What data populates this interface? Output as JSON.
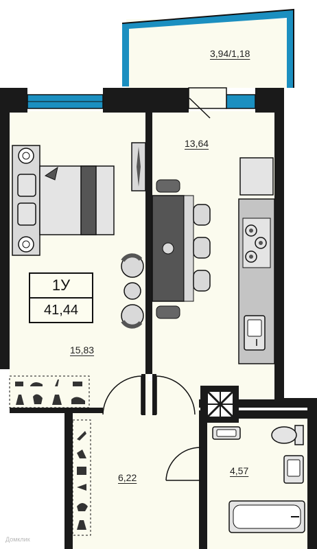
{
  "colors": {
    "floor": "#fbfbee",
    "wall": "#1a1a1a",
    "window_accent": "#1b8fc0",
    "furniture": "#555555",
    "furniture_light": "#d9d9d9"
  },
  "unit": {
    "code": "1У",
    "total_area": "41,44"
  },
  "rooms": [
    {
      "key": "balcony",
      "area": "3,94/1,18"
    },
    {
      "key": "kitchen",
      "area": "13,64"
    },
    {
      "key": "bedroom",
      "area": "15,83"
    },
    {
      "key": "hall",
      "area": "6,22"
    },
    {
      "key": "bathroom",
      "area": "4,57"
    }
  ],
  "icons": [
    "bed-icon",
    "dining-table-icon",
    "armchair-icon",
    "stove-icon",
    "sink-icon",
    "fridge-icon",
    "toilet-icon",
    "washbasin-icon",
    "bathtub-icon",
    "shoes-icon",
    "dress-icon",
    "wardrobe-icon",
    "shaft-icon"
  ],
  "watermark": "Домклик"
}
